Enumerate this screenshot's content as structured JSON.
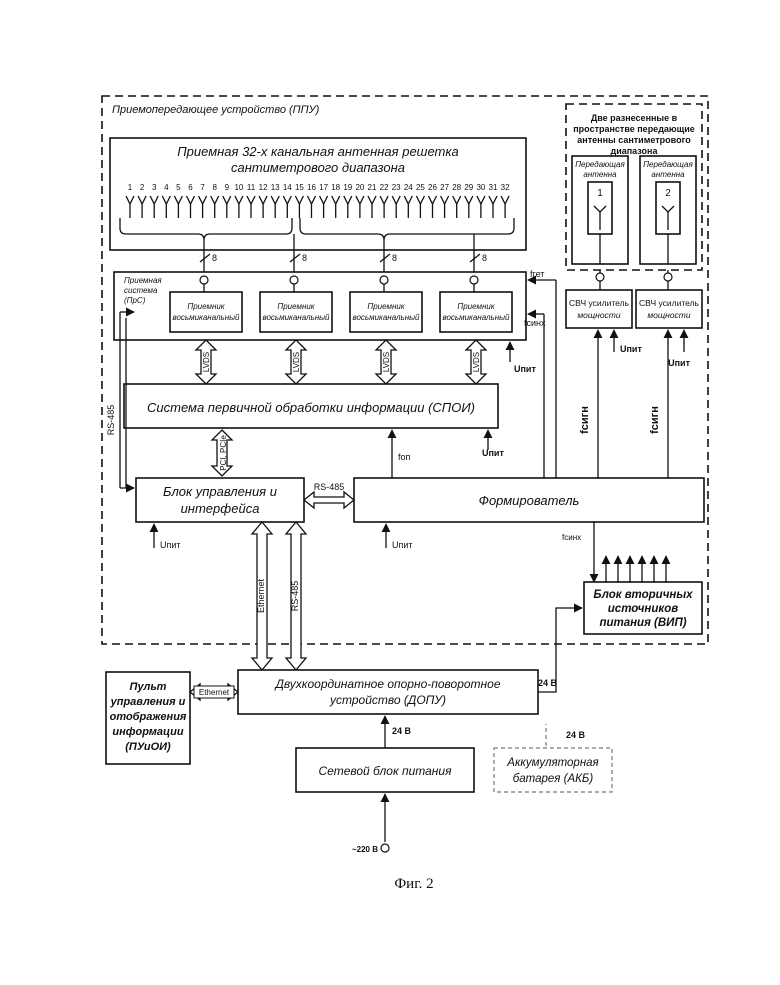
{
  "ppu": {
    "title": "Приемопередающее устройство (ППУ)"
  },
  "antenna_array": {
    "title_line1": "Приемная 32-х канальная антенная решетка",
    "title_line2": "сантиметрового диапазона",
    "channels": [
      "1",
      "2",
      "3",
      "4",
      "5",
      "6",
      "7",
      "8",
      "9",
      "10",
      "11",
      "12",
      "13",
      "14",
      "15",
      "16",
      "17",
      "18",
      "19",
      "20",
      "21",
      "22",
      "23",
      "24",
      "25",
      "26",
      "27",
      "28",
      "29",
      "30",
      "31",
      "32"
    ],
    "bus_width": "8"
  },
  "tx_antennas": {
    "title_line1": "Две разнесенные в",
    "title_line2": "пространстве передающие",
    "title_line3": "антенны сантиметрового",
    "title_line4": "диапазона",
    "items": [
      {
        "label_line1": "Передающая",
        "label_line2": "антенна",
        "number": "1"
      },
      {
        "label_line1": "Передающая",
        "label_line2": "антенна",
        "number": "2"
      }
    ]
  },
  "receiver_system": {
    "label_line1": "Приемная",
    "label_line2": "система",
    "label_line3": "(ПрС)",
    "receivers": [
      {
        "line1": "Приемник",
        "line2": "восьмиканальный"
      },
      {
        "line1": "Приемник",
        "line2": "восьмиканальный"
      },
      {
        "line1": "Приемник",
        "line2": "восьмиканальный"
      },
      {
        "line1": "Приемник",
        "line2": "восьмиканальный"
      }
    ]
  },
  "power_amps": [
    {
      "line1": "СВЧ усилитель",
      "line2": "мощности"
    },
    {
      "line1": "СВЧ усилитель",
      "line2": "мощности"
    }
  ],
  "signals": {
    "lvds": "LVDS",
    "f_get": "fгет",
    "f_sync": "fсинх",
    "f_op": "fоп",
    "f_sign": "fсигн",
    "u_pit": "Uпит",
    "pci": "PCI, PCIe",
    "rs485": "RS-485",
    "ethernet": "Ethernet",
    "v24": "24 В",
    "v220": "~220 В"
  },
  "spoi": {
    "label": "Система первичной обработки информации (СПОИ)"
  },
  "control_block": {
    "line1": "Блок управления и",
    "line2": "интерфейса"
  },
  "former": {
    "label": "Формирователь"
  },
  "vip": {
    "line1": "Блок вторичных",
    "line2": "источников",
    "line3": "питания (ВИП)"
  },
  "dopu": {
    "line1": "Двухкоординатное опорно-поворотное",
    "line2": "устройство (ДОПУ)"
  },
  "puioi": {
    "line1": "Пульт",
    "line2": "управления и",
    "line3": "отображения",
    "line4": "информации",
    "line5": "(ПУиОИ)"
  },
  "psu": {
    "label": "Сетевой блок питания"
  },
  "akb": {
    "line1": "Аккумуляторная",
    "line2": "батарея (АКБ)"
  },
  "caption": "Фиг. 2"
}
